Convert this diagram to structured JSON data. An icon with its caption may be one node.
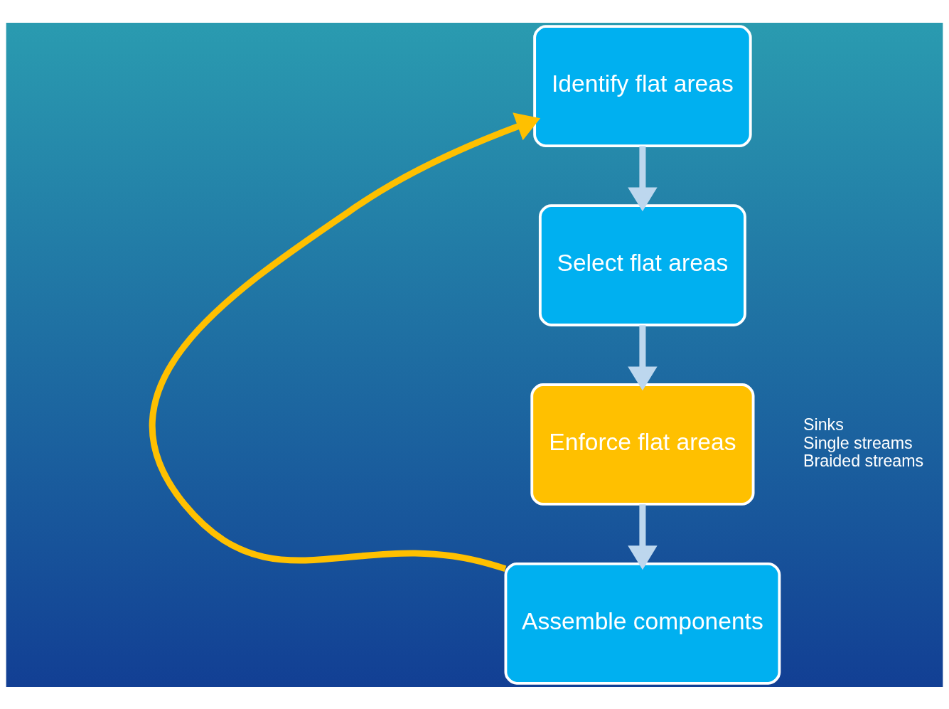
{
  "diagram": {
    "nodes": [
      {
        "text": [
          "Identify flat areas"
        ]
      },
      {
        "text": [
          "Select flat areas"
        ]
      },
      {
        "text": [
          "Enforce flat areas"
        ],
        "beside": [
          "Sinks",
          "Single streams",
          "Braided streams"
        ]
      },
      {
        "text": [
          "Assemble components"
        ]
      }
    ],
    "edges": [
      {
        "from": 0,
        "to": 1,
        "arrow": "to"
      },
      {
        "from": 1,
        "to": 2,
        "arrow": "to"
      },
      {
        "from": 2,
        "to": 3,
        "arrow": "to"
      },
      {
        "from": 3,
        "to": 0,
        "arrow": "to",
        "color": "#ffc000"
      }
    ]
  }
}
